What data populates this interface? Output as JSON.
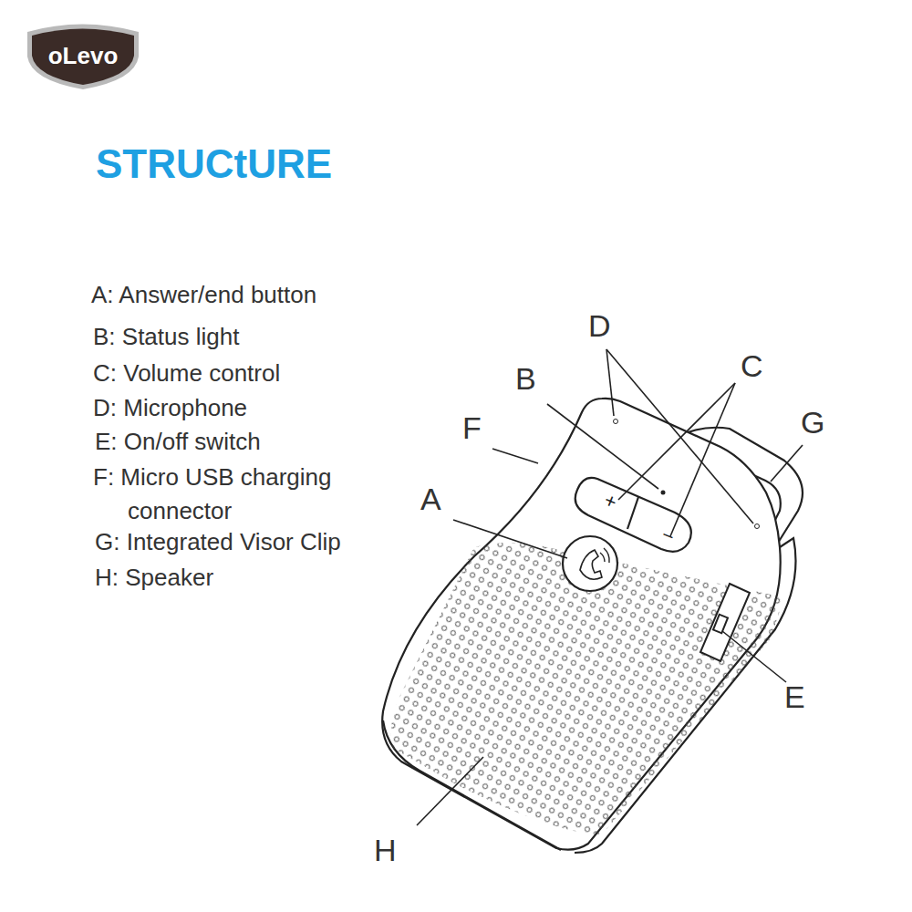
{
  "diagram": {
    "title": "STRUCtURE",
    "labels": [
      "oLevo",
      "A: Answer/end button",
      "B: Status light",
      "C: Volume control",
      "D: Microphone",
      "E: On/off switch",
      "F: Micro USB charging connector",
      "G: Integrated Visor Clip",
      "H: Speaker",
      "D",
      "B",
      "C",
      "G",
      "F",
      "A",
      "E",
      "H",
      "+",
      "−"
    ]
  }
}
